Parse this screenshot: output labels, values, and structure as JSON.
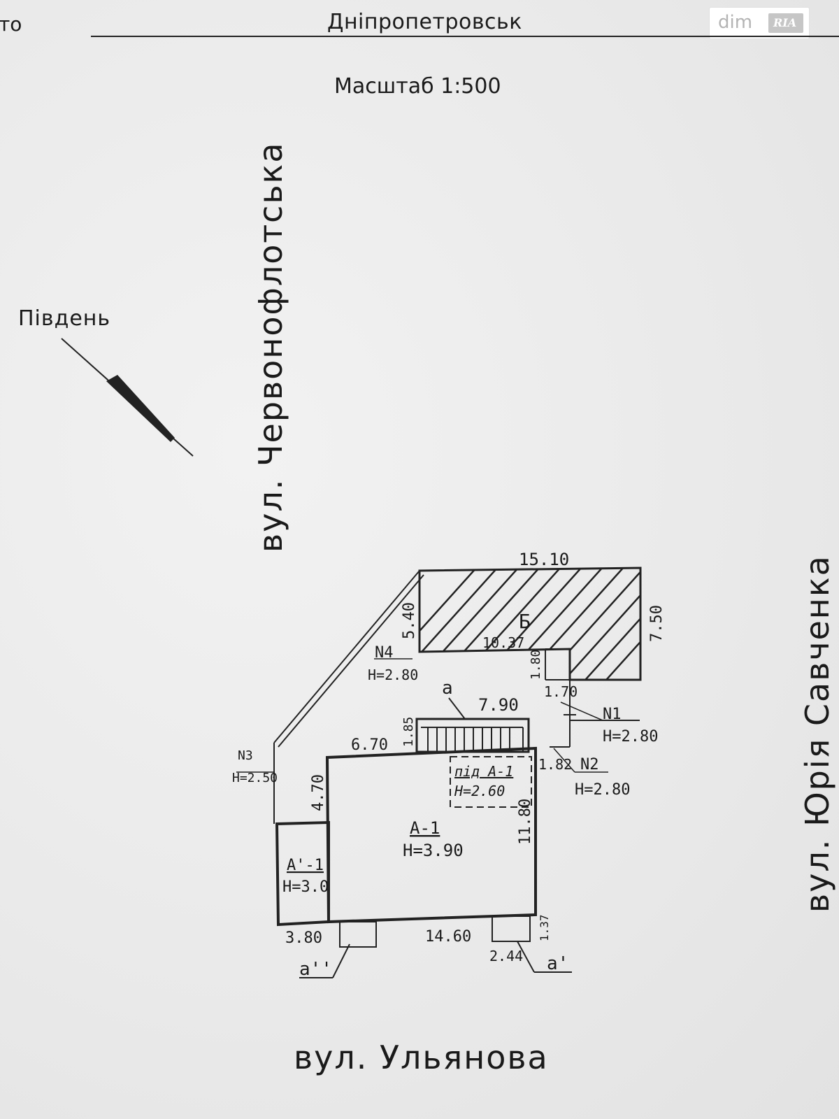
{
  "header": {
    "corner_fragment": "то",
    "city": "Дніпропетровськ",
    "scale": "Масштаб 1:500"
  },
  "watermark": {
    "text": "dim",
    "badge": "RIA"
  },
  "compass": {
    "label": "Південь"
  },
  "streets": {
    "left": "вул. Червонофлотська",
    "right": "вул. Юрія Савченка",
    "bottom": "вул. Ульянова"
  },
  "buildings": {
    "b": "Б",
    "a1_label": "А-1",
    "a1_height": "Н=3.90",
    "a1prime_label": "А'-1",
    "a1prime_height": "Н=3.0",
    "basement_label": "під А-1",
    "basement_height": "Н=2.60",
    "porch_a": "а",
    "porch_a1": "а'",
    "porch_a2": "а''"
  },
  "fences": {
    "n1": "N1",
    "n1_h": "Н=2.80",
    "n2": "N2",
    "n2_h": "Н=2.80",
    "n3": "N3",
    "n3_h": "Н=2.50",
    "n4": "N4",
    "n4_h": "Н=2.80"
  },
  "dimensions": {
    "d_1510": "15.10",
    "d_540": "5.40",
    "d_750": "7.50",
    "d_1037": "10.37",
    "d_180": "1.80",
    "d_170": "1.70",
    "d_790": "7.90",
    "d_185": "1.85",
    "d_670": "6.70",
    "d_182": "1.82",
    "d_470": "4.70",
    "d_1180": "11.80",
    "d_380": "3.80",
    "d_1460": "14.60",
    "d_137": "1.37",
    "d_244": "2.44"
  }
}
